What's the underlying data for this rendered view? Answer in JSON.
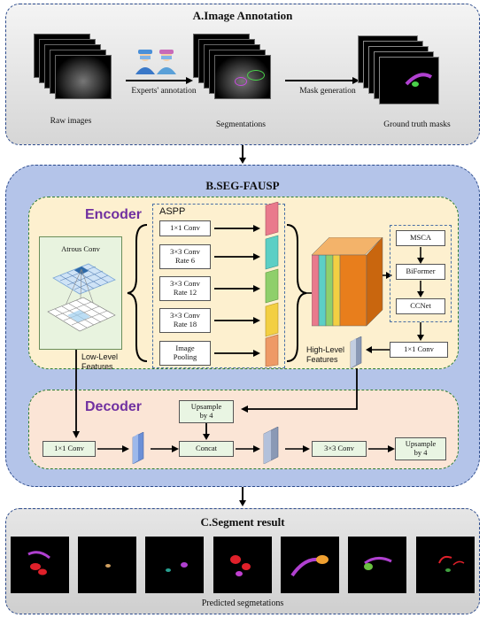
{
  "panel_a": {
    "title": "A.Image Annotation",
    "raw_images": "Raw images",
    "experts": "Experts' annotation",
    "segmentations": "Segmentations",
    "mask_generation": "Mask generation",
    "ground_truth": "Ground truth masks"
  },
  "panel_b": {
    "title": "B.SEG-FAUSP",
    "encoder": "Encoder",
    "decoder": "Decoder",
    "atrous": "Atrous Conv",
    "aspp": "ASPP",
    "aspp_boxes": [
      "1×1 Conv",
      "3×3 Conv\nRate 6",
      "3×3 Conv\nRate 12",
      "3×3 Conv\nRate 18",
      "Image\nPooling"
    ],
    "low_level": "Low-Level\nFeatures",
    "high_level": "High-Level\nFeatures",
    "right_modules": [
      "MSCA",
      "BiFormer",
      "CCNet"
    ],
    "conv_right": "1×1 Conv",
    "upsample_top": "Upsample\nby 4",
    "dec_conv": "1×1 Conv",
    "concat": "Concat",
    "dec_conv3": "3×3 Conv",
    "upsample_out": "Upsample\nby 4"
  },
  "panel_c": {
    "title": "C.Segment result",
    "caption": "Predicted segmetations"
  },
  "colors": {
    "feature_maps": [
      "#e97a8c",
      "#5ccfc5",
      "#8fcf6b",
      "#f3cf42",
      "#ee9a66"
    ]
  }
}
